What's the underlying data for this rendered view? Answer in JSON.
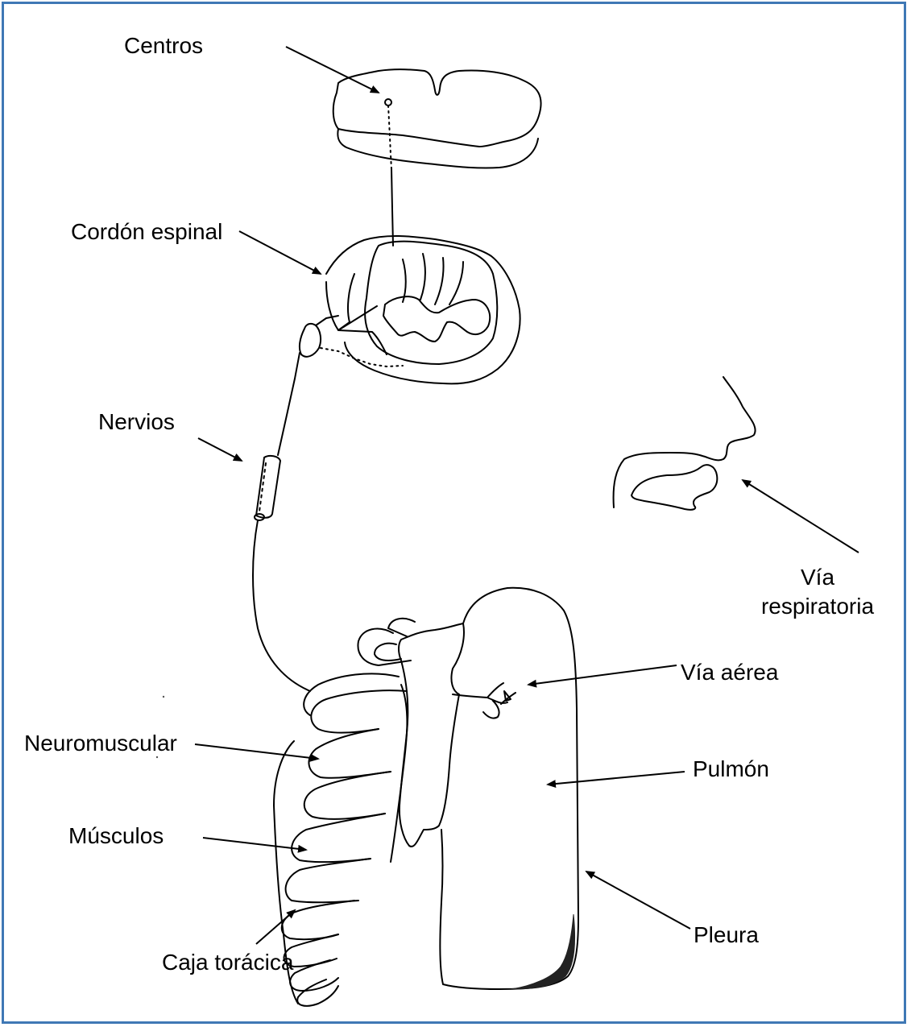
{
  "colors": {
    "border": "#3f78b5",
    "ink": "#000000",
    "pleura_fill": "#222222"
  },
  "labels": {
    "centros": "Centros",
    "cordon": "Cordón espinal",
    "nervios": "Nervios",
    "via_respiratoria_1": "Vía",
    "via_respiratoria_2": "respiratoria",
    "via_aerea": "Vía aérea",
    "neuromuscular": "Neuromuscular",
    "pulmon": "Pulmón",
    "musculos": "Músculos",
    "pleura": "Pleura",
    "caja": "Caja torácica"
  }
}
